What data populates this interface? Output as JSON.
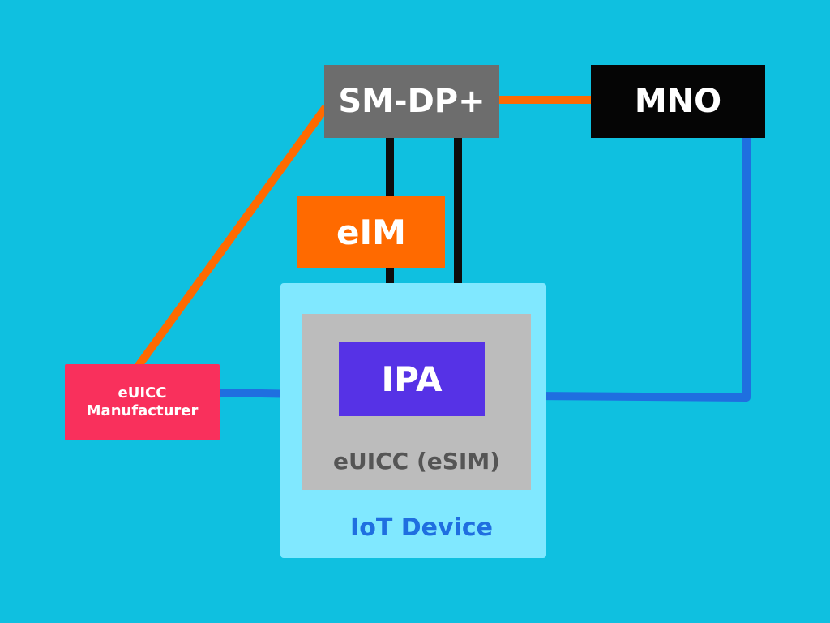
{
  "diagram": {
    "background": "#0fc0e0",
    "nodes": {
      "sm_dp": {
        "label": "SM-DP+",
        "fill": "#6d6d6d",
        "text_color": "#ffffff"
      },
      "mno": {
        "label": "MNO",
        "fill": "#050505",
        "text_color": "#ffffff"
      },
      "eim": {
        "label": "eIM",
        "fill": "#ff6a00",
        "text_color": "#ffffff"
      },
      "iot_device": {
        "label": "IoT Device",
        "fill": "#80e8ff",
        "text_color": "#1f6fe0"
      },
      "euicc": {
        "label": "eUICC (eSIM)",
        "fill": "#bcbcbc",
        "text_color": "#555555"
      },
      "ipa": {
        "label": "IPA",
        "fill": "#5632e6",
        "text_color": "#ffffff"
      },
      "euicc_manufacturer": {
        "label_lines": [
          "eUICC",
          "Manufacturer"
        ],
        "fill": "#f9305c",
        "text_color": "#ffffff"
      }
    },
    "edges": [
      {
        "from": "SM-DP+",
        "to": "MNO",
        "color": "#ff6a00"
      },
      {
        "from": "SM-DP+",
        "to": "eUICC Manufacturer",
        "color": "#ff6a00"
      },
      {
        "from": "SM-DP+",
        "to": "IPA",
        "color": "#0d0d0d"
      },
      {
        "from": "SM-DP+",
        "to": "eUICC (eSIM)",
        "color": "#0d0d0d"
      },
      {
        "from": "MNO",
        "to": "eUICC (eSIM)",
        "color": "#1f6fe0"
      },
      {
        "from": "eUICC Manufacturer",
        "to": "eUICC (eSIM)",
        "color": "#1f6fe0"
      }
    ]
  }
}
